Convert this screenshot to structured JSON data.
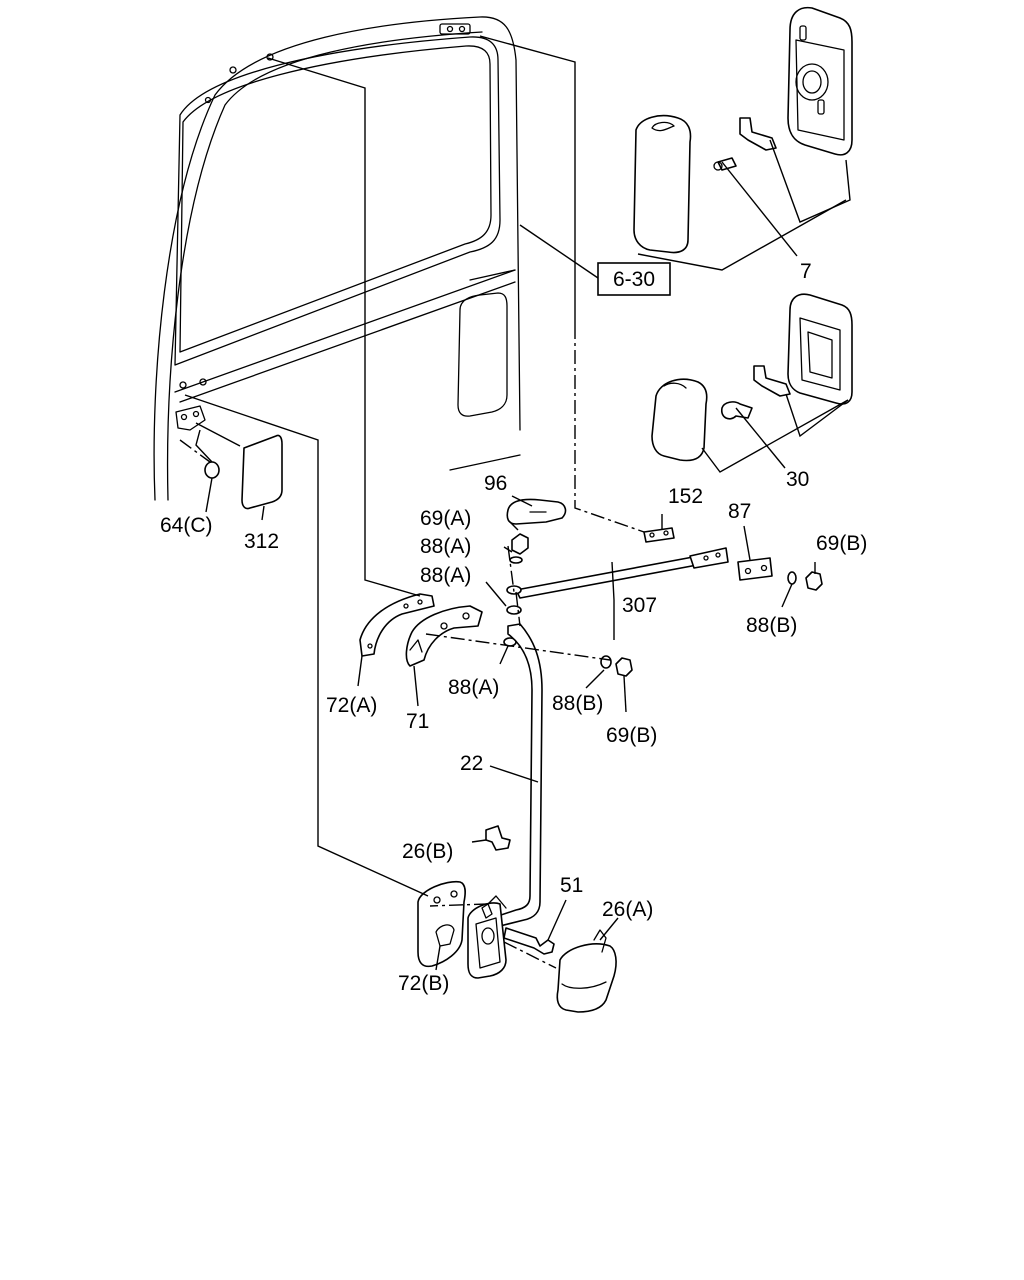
{
  "callouts": {
    "ref_6_30": "6-30",
    "c7": "7",
    "c30": "30",
    "c96": "96",
    "c152": "152",
    "c87": "87",
    "c69A": "69(A)",
    "c69B_top": "69(B)",
    "c88A_1": "88(A)",
    "c88A_2": "88(A)",
    "c88A_3": "88(A)",
    "c88B_top": "88(B)",
    "c88B_mid": "88(B)",
    "c69B_mid": "69(B)",
    "c307": "307",
    "c64C": "64(C)",
    "c312": "312",
    "c72A": "72(A)",
    "c71": "71",
    "c22": "22",
    "c26B": "26(B)",
    "c51": "51",
    "c26A": "26(A)",
    "c72B": "72(B)"
  },
  "colors": {
    "line": "#000000",
    "background": "#ffffff"
  }
}
